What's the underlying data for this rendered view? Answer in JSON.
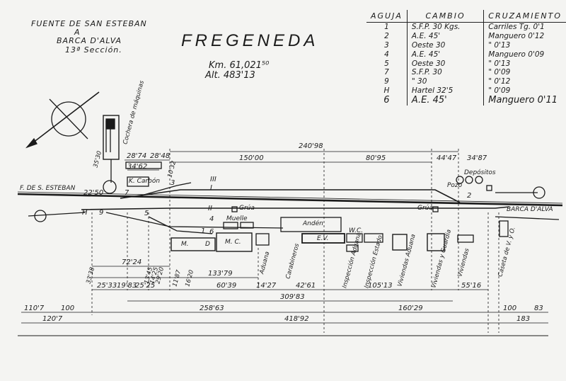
{
  "header": {
    "line1": "FUENTE DE SAN ESTEBAN",
    "line2": "A",
    "line3": "BARCA D'ALVA",
    "line4": "13ª Sección."
  },
  "title": "FREGENEDA",
  "km": "Km. 61,021⁵⁰",
  "alt": "Alt. 483'13",
  "legend": {
    "col_aguja": "AGUJA",
    "col_cambio": "CAMBIO",
    "col_cruz": "CRUZAMIENTO",
    "rows": [
      {
        "aguja": "1",
        "cambio": "S.F.P.   30 Kgs.",
        "cruz": "Carriles  Tg. 0'1"
      },
      {
        "aguja": "2",
        "cambio": "A.E.     45'",
        "cruz": "Manguero   0'12"
      },
      {
        "aguja": "3",
        "cambio": "Oeste   30",
        "cruz": "\"    0'13"
      },
      {
        "aguja": "4",
        "cambio": "A.E.     45'",
        "cruz": "Manguero   0'09"
      },
      {
        "aguja": "5",
        "cambio": "Oeste   30",
        "cruz": "\"    0'13"
      },
      {
        "aguja": "7",
        "cambio": "S.F.P.   30",
        "cruz": "\"    0'09"
      },
      {
        "aguja": "9",
        "cambio": "\"     30",
        "cruz": "\"    0'12"
      },
      {
        "aguja": "H",
        "cambio": "Hartel  32'5",
        "cruz": "\"    0'09"
      },
      {
        "aguja": "6",
        "cambio": "A.E.     45'",
        "cruz": "Manguero   0'11"
      }
    ]
  },
  "labels": {
    "left_station": "F. DE S. ESTEBAN",
    "right_station": "BARCA D'ALVA",
    "cochera": "Cochera de máquinas",
    "kcarbon": "K. Carbón",
    "grua": "Grúa",
    "grua2": "Grúa",
    "anden": "Andén",
    "ev": "E.V.",
    "wc": "W.C.",
    "md": "M.",
    "d": "D",
    "mc": "M. C.",
    "muelle": "Muelle",
    "pozo": "Pozo",
    "deposito": "Depósitos",
    "caseta": "Caseta de V. y O.",
    "vias": [
      "I",
      "II",
      "III"
    ],
    "agujas": [
      "1",
      "2",
      "3",
      "4",
      "5",
      "6",
      "7",
      "9",
      "H"
    ]
  },
  "vertical_labels": [
    "Aduana",
    "Carabineros",
    "Inspección Aduana",
    "Inspección Estado",
    "Viviendas Aduana",
    "Viviendas y Guardia",
    "Viviendas"
  ],
  "dims": {
    "d1": "240'98",
    "d2": "150'00",
    "d3": "80'95",
    "d4": "44'47",
    "d5": "34'87",
    "d6": "28'74",
    "d7": "28'48",
    "d8": "34'62",
    "d9": "35'30",
    "d10": "22'50",
    "d11": "10'32",
    "d12": "72'24",
    "d13": "133'79",
    "d14": "60'39",
    "d15": "14'27",
    "d16": "42'61",
    "d17": "105'13",
    "d18": "55'16",
    "d19": "309'83",
    "d20": "258'63",
    "d21": "160'29",
    "d22": "418'92",
    "d23": "110'7",
    "d24": "100",
    "d25": "120'7",
    "d26": "100",
    "d27": "83",
    "d28": "183",
    "d29": "25'33",
    "d30": "19'83",
    "d31": "25'25",
    "d32": "29'20",
    "d33": "11'87",
    "d34": "16'20",
    "d35": "33'38",
    "d36": "13'45",
    "d37": "14'25"
  }
}
